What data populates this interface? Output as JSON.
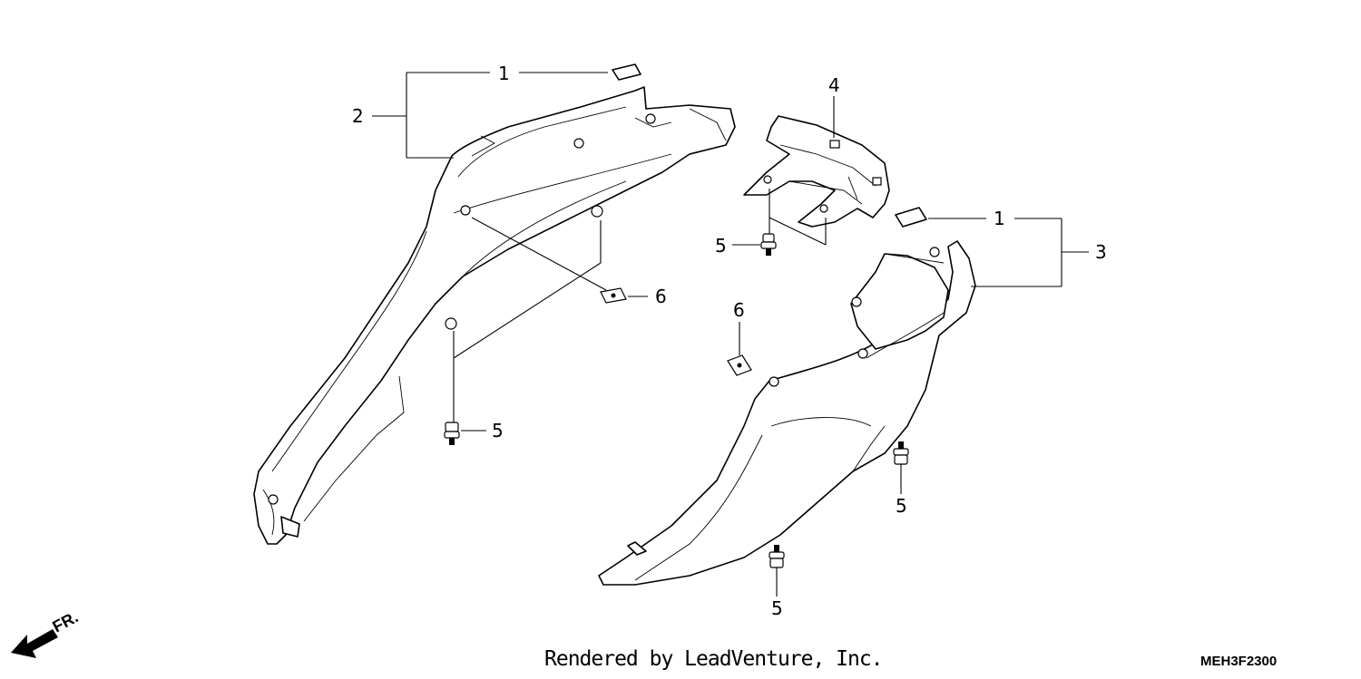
{
  "callouts": {
    "c1a": "1",
    "c1b": "1",
    "c2": "2",
    "c3": "3",
    "c4": "4",
    "c5a": "5",
    "c5b": "5",
    "c5c": "5",
    "c5d": "5",
    "c6a": "6",
    "c6b": "6"
  },
  "orientation": {
    "label": "FR."
  },
  "footer": {
    "credit": "Rendered by LeadVenture, Inc.",
    "diagram_code": "MEH3F2300"
  }
}
